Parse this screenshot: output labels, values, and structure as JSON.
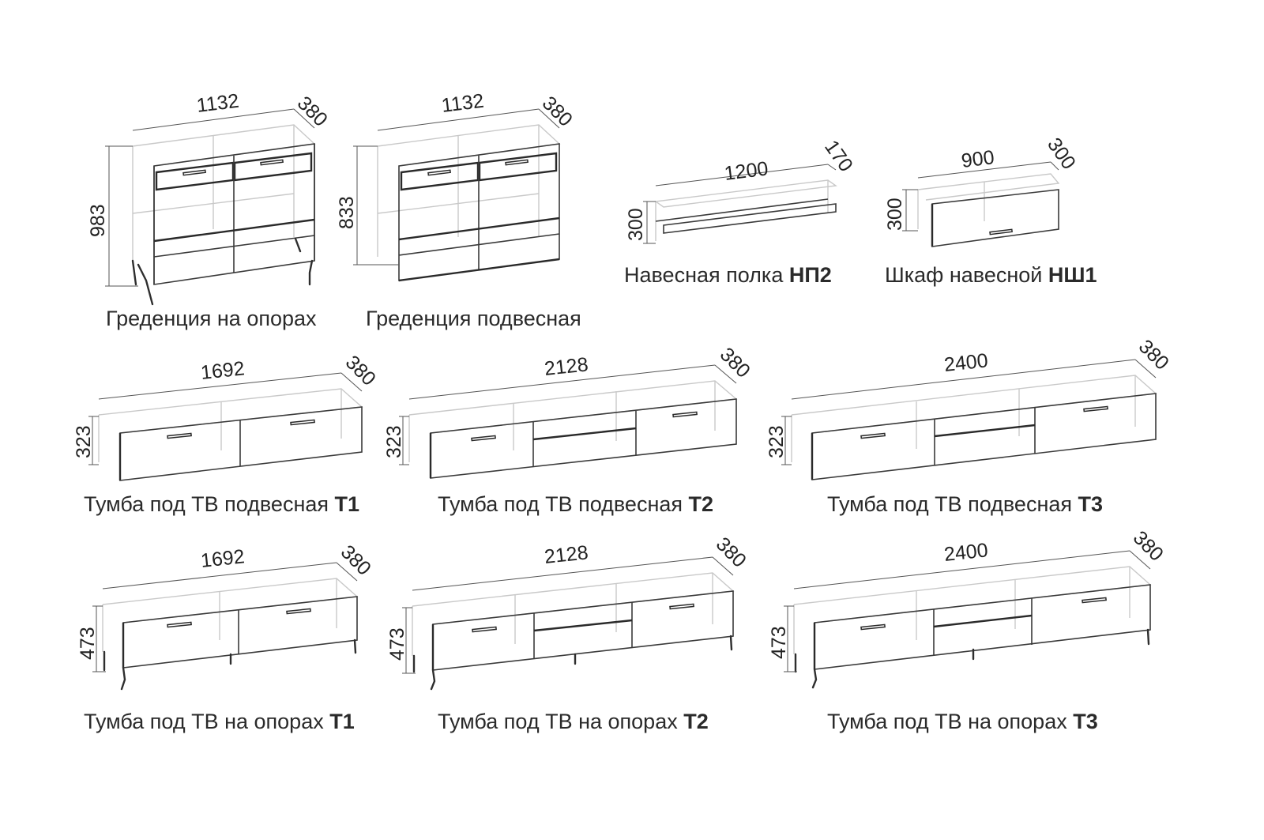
{
  "items": [
    {
      "id": "gr-op",
      "label": "Греденция на опорах",
      "code": "",
      "width": "1132",
      "depth": "380",
      "height": "983"
    },
    {
      "id": "gr-pod",
      "label": "Греденция подвесная",
      "code": "",
      "width": "1132",
      "depth": "380",
      "height": "833"
    },
    {
      "id": "np2",
      "label": "Навесная полка ",
      "code": "НП2",
      "width": "1200",
      "depth": "170",
      "height": "300"
    },
    {
      "id": "nsh1",
      "label": "Шкаф навесной ",
      "code": "НШ1",
      "width": "900",
      "depth": "300",
      "height": "300"
    },
    {
      "id": "t1-pod",
      "label": "Тумба под ТВ подвесная ",
      "code": "Т1",
      "width": "1692",
      "depth": "380",
      "height": "323"
    },
    {
      "id": "t2-pod",
      "label": "Тумба под ТВ подвесная ",
      "code": "Т2",
      "width": "2128",
      "depth": "380",
      "height": "323"
    },
    {
      "id": "t3-pod",
      "label": "Тумба под ТВ подвесная ",
      "code": "Т3",
      "width": "2400",
      "depth": "380",
      "height": "323"
    },
    {
      "id": "t1-op",
      "label": "Тумба под ТВ на опорах ",
      "code": "Т1",
      "width": "1692",
      "depth": "380",
      "height": "473"
    },
    {
      "id": "t2-op",
      "label": "Тумба под ТВ на опорах ",
      "code": "Т2",
      "width": "2128",
      "depth": "380",
      "height": "473"
    },
    {
      "id": "t3-op",
      "label": "Тумба под ТВ на опорах ",
      "code": "Т3",
      "width": "2400",
      "depth": "380",
      "height": "473"
    }
  ]
}
